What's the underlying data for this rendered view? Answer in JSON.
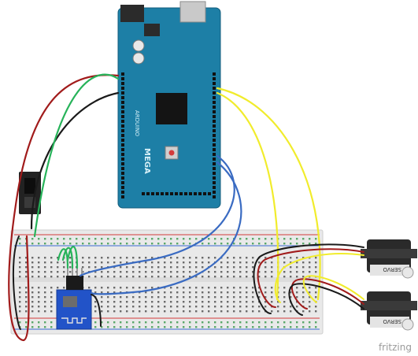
{
  "diagram": {
    "board_brand": "ARDUINO",
    "board_model": "MEGA",
    "servos": [
      {
        "label": "SERVO"
      },
      {
        "label": "SERVO"
      }
    ],
    "credit": "fritzing",
    "colors": {
      "board": "#1d7fa6",
      "board_dark": "#135e7c",
      "breadboard": "#e9e9e9",
      "rail_red": "#d33b3b",
      "rail_blue": "#3b6ad3",
      "wire_red": "#a11b1b",
      "wire_black": "#1a1a1a",
      "wire_green": "#27b35a",
      "wire_yellow": "#f1ec2c",
      "wire_blue": "#3a6bc2",
      "esp_module": "#2253c8",
      "servo_body": "#2a2a2a"
    }
  }
}
